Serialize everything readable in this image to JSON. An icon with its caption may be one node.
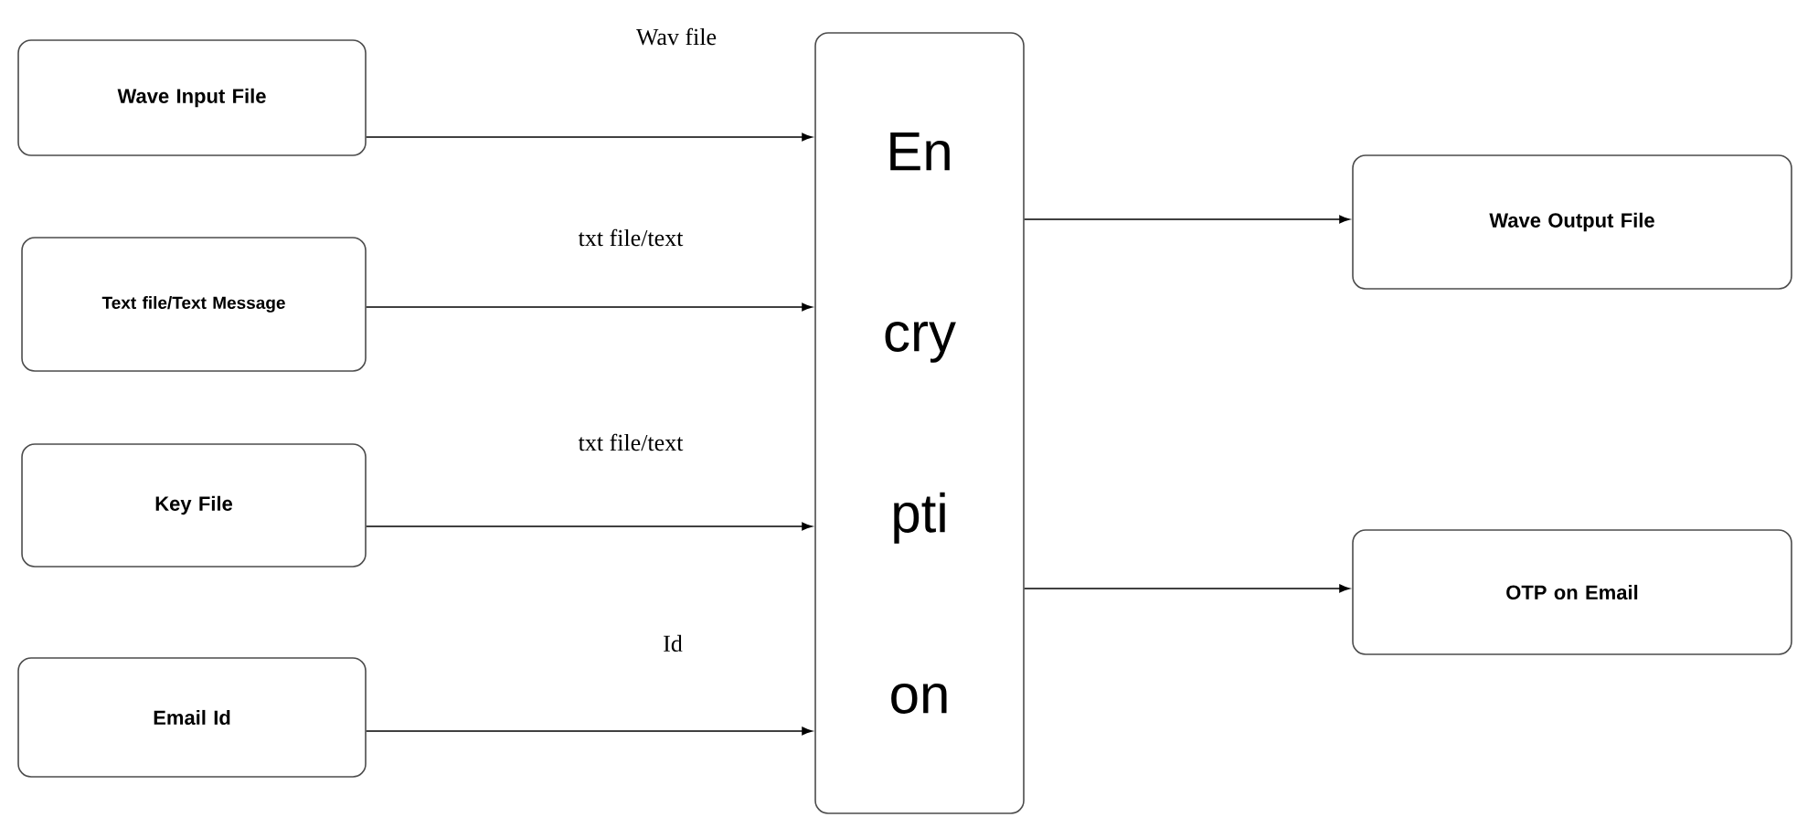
{
  "diagram": {
    "nodes": [
      {
        "text": [
          "Wave Input File"
        ]
      },
      {
        "text": [
          "Text file/Text Message"
        ]
      },
      {
        "text": [
          "Key File"
        ]
      },
      {
        "text": [
          "Email Id"
        ]
      },
      {
        "text": [
          "En cry pti on"
        ]
      },
      {
        "text": [
          "Wave Output File"
        ]
      },
      {
        "text": [
          "OTP on Email"
        ]
      }
    ],
    "edges": [
      {
        "from": 0,
        "to": 4,
        "arrow": "to",
        "label": "Wav file"
      },
      {
        "from": 1,
        "to": 4,
        "arrow": "to",
        "label": "txt file/text"
      },
      {
        "from": 2,
        "to": 4,
        "arrow": "to",
        "label": "txt file/text"
      },
      {
        "from": 3,
        "to": 4,
        "arrow": "to",
        "label": "Id"
      },
      {
        "from": 4,
        "to": 5,
        "arrow": "to"
      },
      {
        "from": 4,
        "to": 6,
        "arrow": "to"
      }
    ]
  }
}
